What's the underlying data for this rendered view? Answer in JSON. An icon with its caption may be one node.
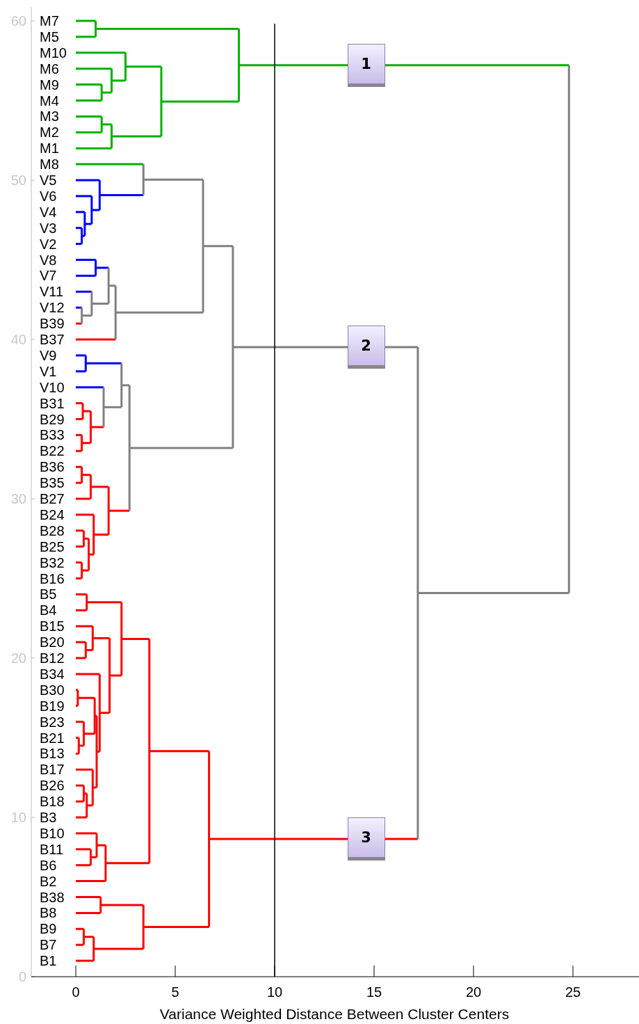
{
  "diagram": {
    "nodes": [
      {
        "text": [
          "1"
        ]
      },
      {
        "text": [
          "2"
        ]
      },
      {
        "text": [
          "3"
        ]
      }
    ],
    "labels": [
      "M7",
      "M5",
      "M10",
      "M6",
      "M9",
      "M4",
      "M3",
      "M2",
      "M1",
      "M8",
      "V5",
      "V6",
      "V4",
      "V3",
      "V2",
      "V8",
      "V7",
      "V11",
      "V12",
      "B39",
      "B37",
      "V9",
      "V1",
      "V10",
      "B31",
      "B29",
      "B33",
      "B22",
      "B36",
      "B35",
      "B27",
      "B24",
      "B28",
      "B25",
      "B32",
      "B16",
      "B5",
      "B4",
      "B15",
      "B20",
      "B12",
      "B34",
      "B30",
      "B19",
      "B23",
      "B21",
      "B13",
      "B17",
      "B26",
      "B18",
      "B3",
      "B10",
      "B11",
      "B6",
      "B2",
      "B38",
      "B8",
      "B9",
      "B7",
      "B1",
      "60",
      "50",
      "40",
      "30",
      "20",
      "10",
      "0",
      "0",
      "5",
      "10",
      "15",
      "20",
      "25",
      "Variance Weighted Distance Between Cluster Centers"
    ]
  }
}
